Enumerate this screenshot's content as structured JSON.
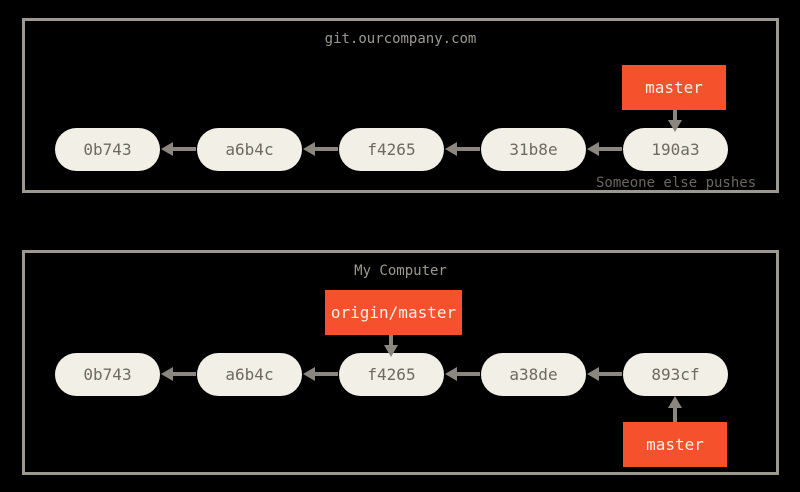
{
  "diagram": {
    "background_color": "#000000",
    "panel_border_color": "#9d9890",
    "commit_fill_color": "#f1efe6",
    "commit_text_color": "#6e6a62",
    "ref_label_color": "#f4512c",
    "ref_label_text_color": "#f4f1ea",
    "arrow_color": "#8c877e",
    "title_color": "#9d9890"
  },
  "server_panel": {
    "title": "git.ourcompany.com",
    "commits": [
      {
        "id": "0b743"
      },
      {
        "id": "a6b4c"
      },
      {
        "id": "f4265"
      },
      {
        "id": "31b8e"
      },
      {
        "id": "190a3"
      }
    ],
    "refs": [
      {
        "label": "master",
        "points_to": "190a3",
        "direction": "down"
      }
    ],
    "caption": "Someone else pushes"
  },
  "local_panel": {
    "title": "My Computer",
    "commits": [
      {
        "id": "0b743"
      },
      {
        "id": "a6b4c"
      },
      {
        "id": "f4265"
      },
      {
        "id": "a38de"
      },
      {
        "id": "893cf"
      }
    ],
    "refs": [
      {
        "label": "origin/master",
        "points_to": "f4265",
        "direction": "down"
      },
      {
        "label": "master",
        "points_to": "893cf",
        "direction": "up"
      }
    ]
  }
}
